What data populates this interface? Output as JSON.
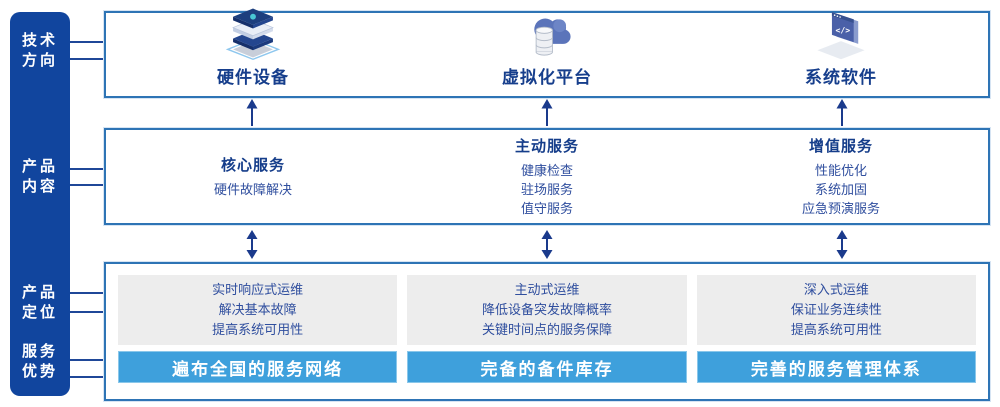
{
  "sidebar": {
    "items": [
      {
        "line1": "技术",
        "line2": "方向"
      },
      {
        "line1": "产品",
        "line2": "内容"
      },
      {
        "line1": "产品",
        "line2": "定位"
      },
      {
        "line1": "服务",
        "line2": "优势"
      }
    ]
  },
  "tech_direction": {
    "items": [
      {
        "label": "硬件设备",
        "icon": "server-stack-icon"
      },
      {
        "label": "虚拟化平台",
        "icon": "cloud-database-icon"
      },
      {
        "label": "系统软件",
        "icon": "code-window-icon"
      }
    ]
  },
  "product_content": {
    "columns": [
      {
        "title": "核心服务",
        "items": [
          "硬件故障解决"
        ]
      },
      {
        "title": "主动服务",
        "items": [
          "健康检查",
          "驻场服务",
          "值守服务"
        ]
      },
      {
        "title": "增值服务",
        "items": [
          "性能优化",
          "系统加固",
          "应急预演服务"
        ]
      }
    ]
  },
  "positioning": {
    "columns": [
      {
        "lines": [
          "实时响应式运维",
          "解决基本故障",
          "提高系统可用性"
        ],
        "advantage": "遍布全国的服务网络"
      },
      {
        "lines": [
          "主动式运维",
          "降低设备突发故障概率",
          "关键时间点的服务保障"
        ],
        "advantage": "完备的备件库存"
      },
      {
        "lines": [
          "深入式运维",
          "保证业务连续性",
          "提高系统可用性"
        ],
        "advantage": "完善的服务管理体系"
      }
    ]
  },
  "colors": {
    "sidebar_blue": "#11459E",
    "box_border_blue": "#2E74B5",
    "title_navy": "#153D8A",
    "body_navy": "#2F4E9E",
    "bar_blue": "#3EA0DC",
    "panel_gray": "#EDEDED",
    "arrow_navy": "#1A3A8C"
  }
}
